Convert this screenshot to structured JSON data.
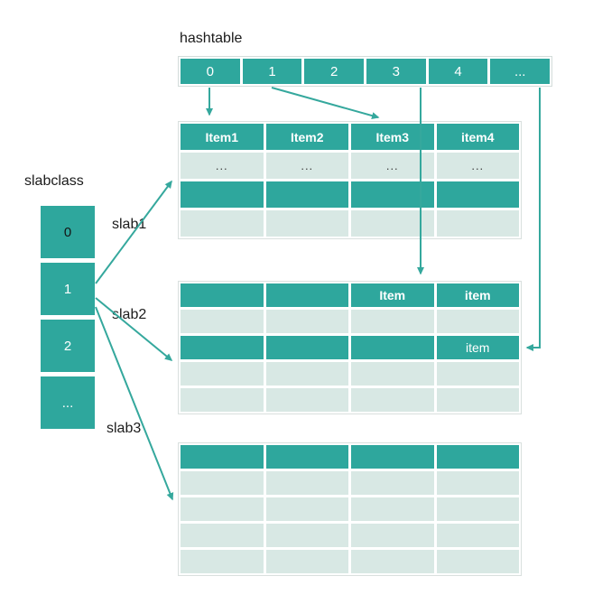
{
  "diagram": {
    "colors": {
      "teal": "#2ea79d",
      "light_cell": "#d8e8e4",
      "arrow": "#35a89d"
    },
    "hashtable": {
      "label": "hashtable",
      "cells": [
        "0",
        "1",
        "2",
        "3",
        "4",
        "..."
      ]
    },
    "slabclass": {
      "label": "slabclass",
      "cells": [
        "0",
        "1",
        "2",
        "..."
      ]
    },
    "slabs": {
      "slab1": {
        "label": "slab1",
        "rows": [
          {
            "style": "header",
            "cells": [
              "Item1",
              "Item2",
              "Item3",
              "item4"
            ]
          },
          {
            "style": "light",
            "cells": [
              "...",
              "...",
              "...",
              "..."
            ]
          },
          {
            "style": "filled",
            "cells": [
              "",
              "",
              "",
              ""
            ]
          },
          {
            "style": "light",
            "cells": [
              "",
              "",
              "",
              ""
            ]
          }
        ]
      },
      "slab2": {
        "label": "slab2",
        "rows": [
          {
            "style": "header",
            "cells": [
              "",
              "",
              "Item",
              "item"
            ]
          },
          {
            "style": "light",
            "cells": [
              "",
              "",
              "",
              ""
            ]
          },
          {
            "style": "filled",
            "cells": [
              "",
              "",
              "",
              "item"
            ]
          },
          {
            "style": "light",
            "cells": [
              "",
              "",
              "",
              ""
            ]
          },
          {
            "style": "light",
            "cells": [
              "",
              "",
              "",
              ""
            ]
          }
        ]
      },
      "slab3": {
        "label": "slab3",
        "rows": [
          {
            "style": "header",
            "cells": [
              "",
              "",
              "",
              ""
            ]
          },
          {
            "style": "light",
            "cells": [
              "",
              "",
              "",
              ""
            ]
          },
          {
            "style": "light",
            "cells": [
              "",
              "",
              "",
              ""
            ]
          },
          {
            "style": "light",
            "cells": [
              "",
              "",
              "",
              ""
            ]
          },
          {
            "style": "light",
            "cells": [
              "",
              "",
              "",
              ""
            ]
          }
        ]
      }
    }
  }
}
